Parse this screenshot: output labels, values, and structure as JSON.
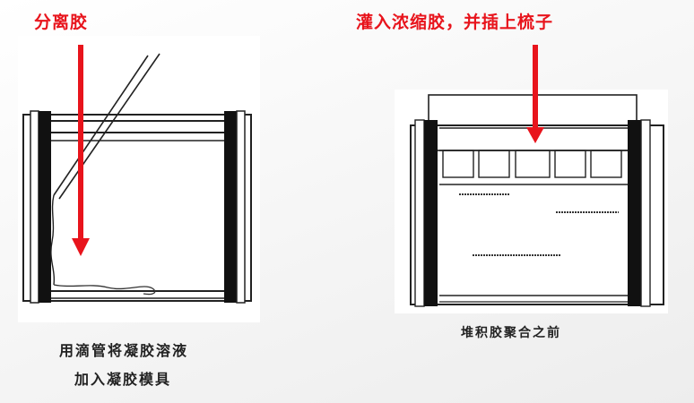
{
  "left_panel": {
    "title": "分离胶",
    "caption_line1": "用滴管将凝胶溶液",
    "caption_line2": "加入凝胶模具"
  },
  "right_panel": {
    "title": "灌入浓缩胶，并插上梳子",
    "caption": "堆积胶聚合之前"
  },
  "colors": {
    "arrow": "#e8141c",
    "ink": "#111111"
  }
}
